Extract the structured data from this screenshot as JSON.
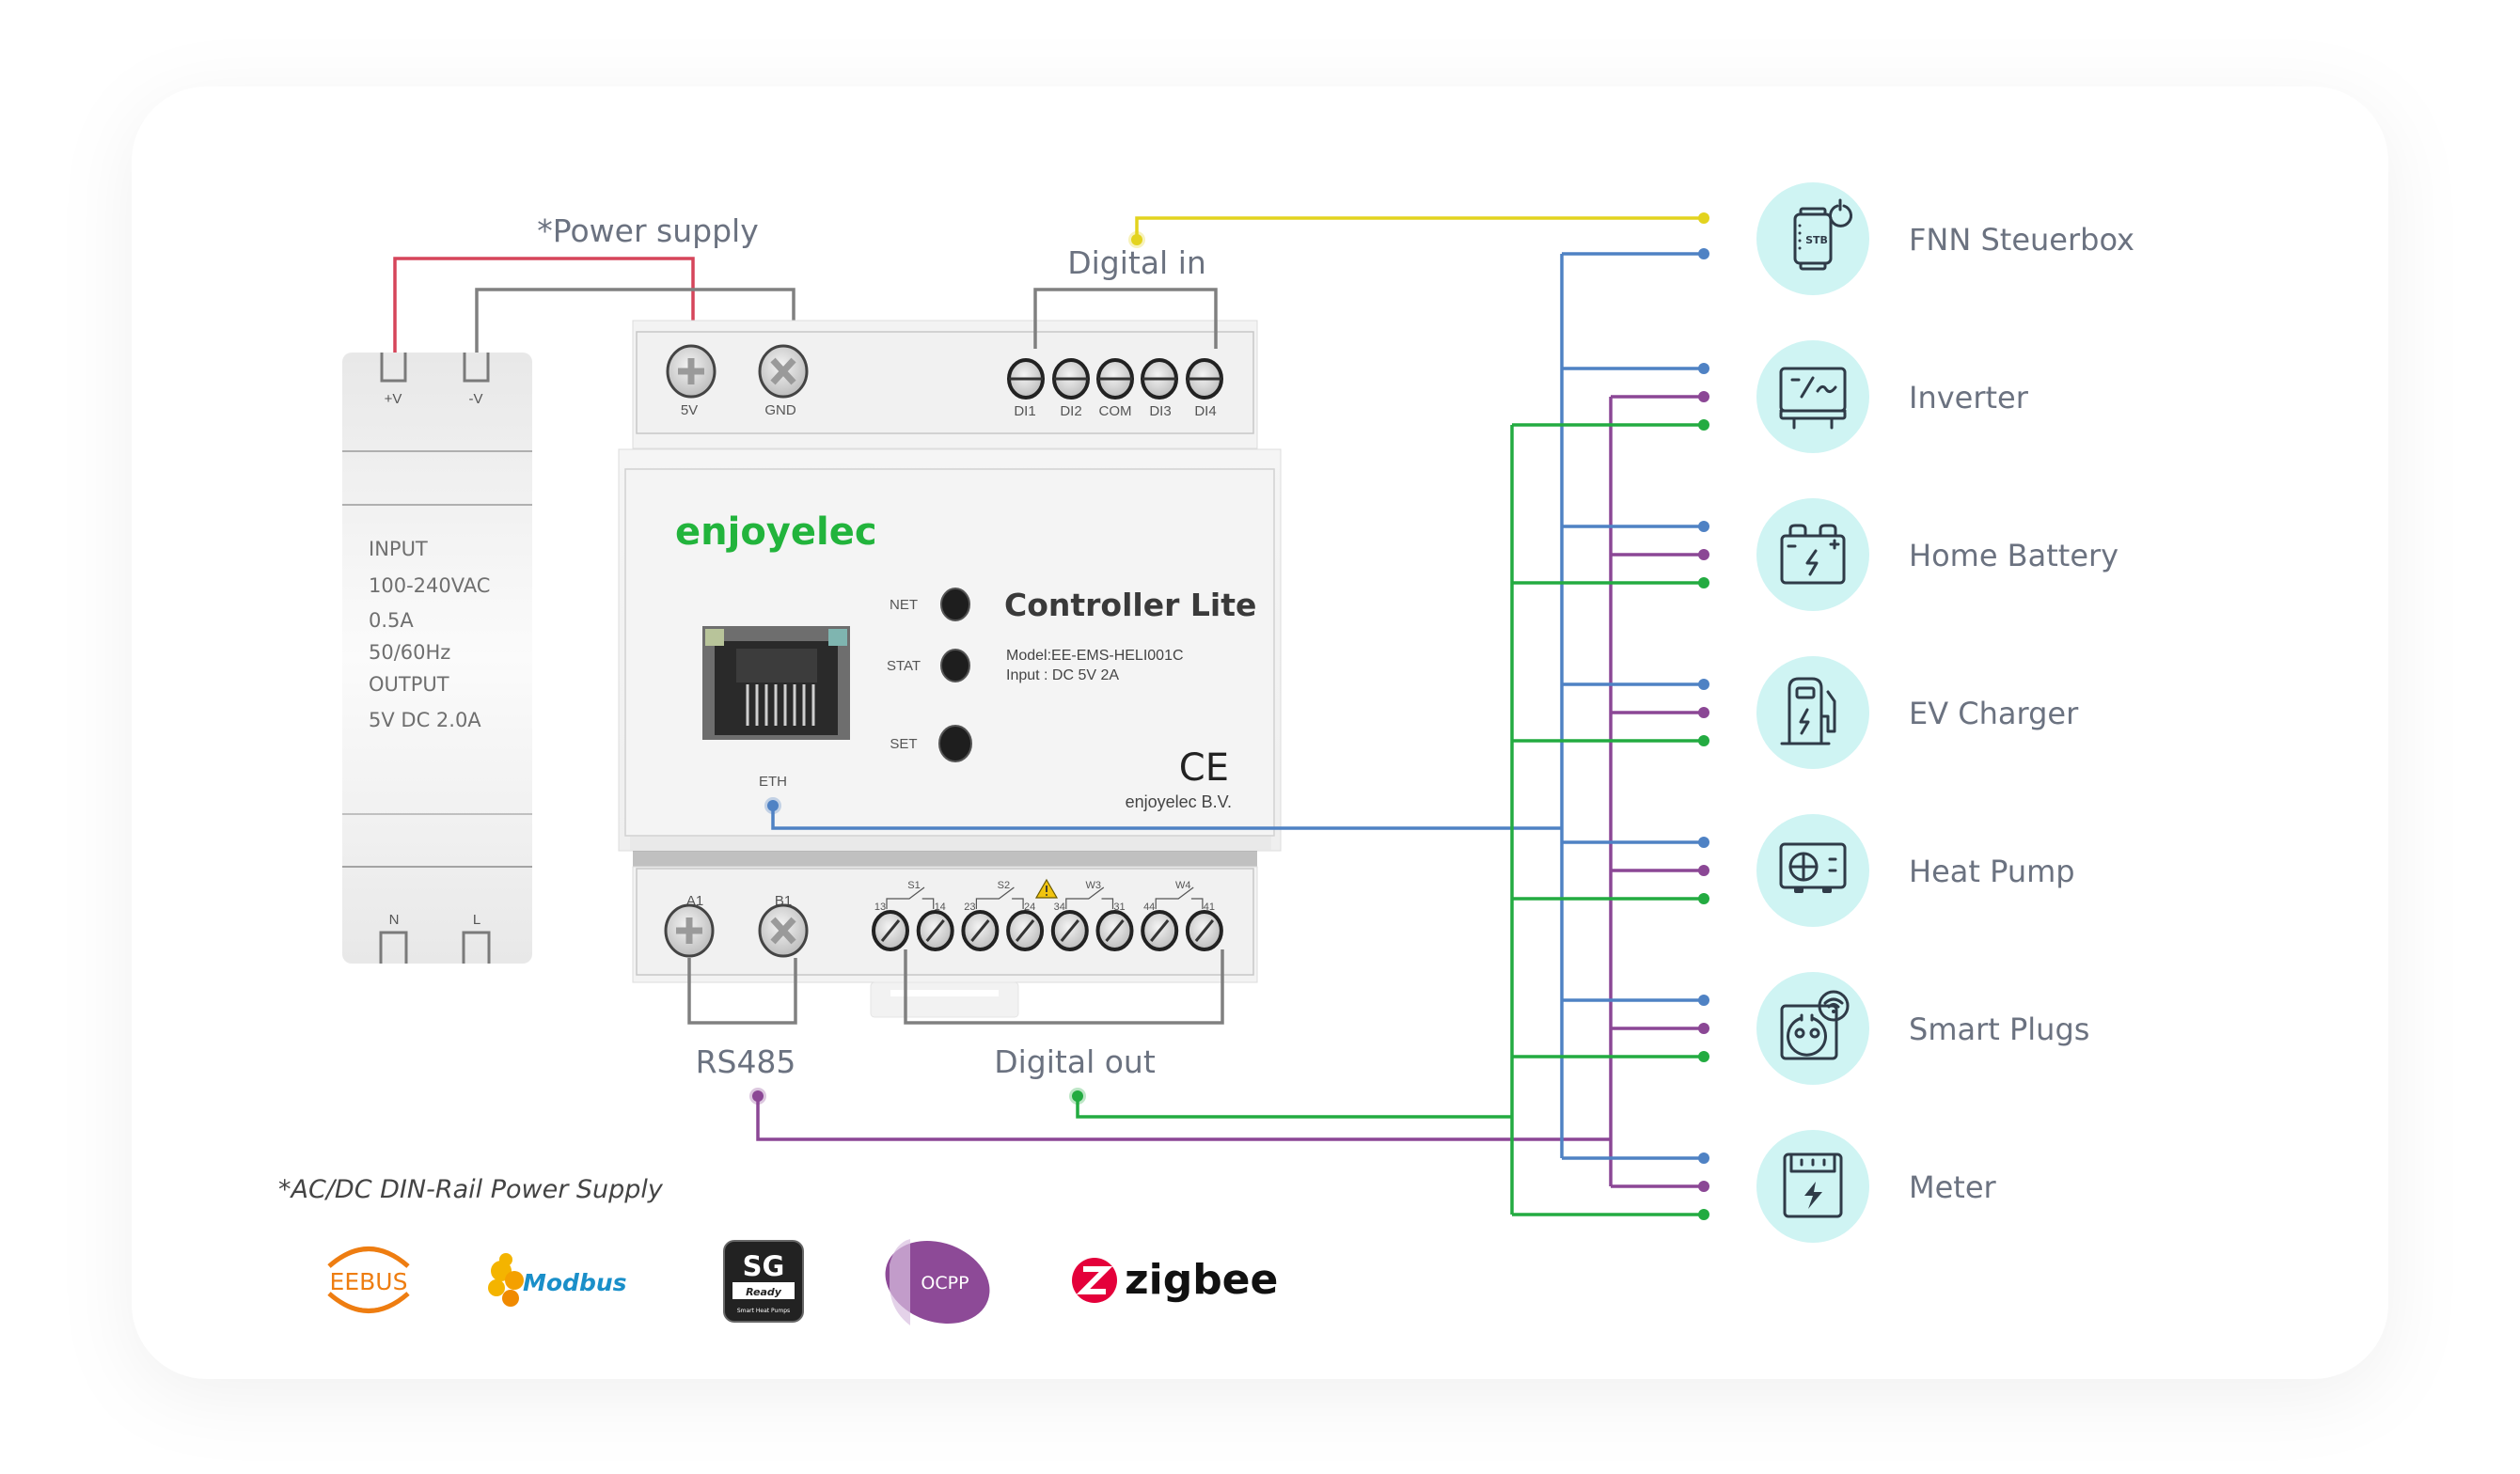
{
  "colors": {
    "card_bg": "#ffffff",
    "wire_power_pos": "#d6455a",
    "wire_gray": "#808080",
    "wire_digital_in": "#e3d31e",
    "wire_eth": "#4f82c4",
    "wire_rs485": "#8b4795",
    "wire_digital_out": "#23ab41",
    "icon_circle": "#cff4f3",
    "label_text": "#6b7280",
    "brand_green": "#22b43c"
  },
  "labels": {
    "power_supply": "*Power supply",
    "digital_in": "Digital in",
    "rs485": "RS485",
    "digital_out": "Digital out",
    "psu_note": "*AC/DC DIN-Rail Power Supply"
  },
  "psu": {
    "top_terminals": [
      "+V",
      "-V"
    ],
    "bottom_terminals": [
      "N",
      "L"
    ],
    "spec_lines": [
      "INPUT",
      "100-240VAC",
      "0.5A",
      "50/60Hz",
      "OUTPUT",
      "5V  DC  2.0A"
    ]
  },
  "controller": {
    "brand": "enjoyelec",
    "title": "Controller Lite",
    "model": "Model:EE-EMS-HELI001C",
    "input": "Input : DC 5V 2A",
    "manufacturer": "enjoyelec B.V.",
    "ce_mark": "CE",
    "eth_label": "ETH",
    "leds": [
      "NET",
      "STAT",
      "SET"
    ],
    "power_terminals": [
      "5V",
      "GND"
    ],
    "digital_in_terminals": [
      "DI1",
      "DI2",
      "COM",
      "DI3",
      "DI4"
    ],
    "rs485_terminals": [
      "A1",
      "B1"
    ],
    "relays": [
      {
        "name": "S1",
        "pins": [
          "13",
          "14"
        ]
      },
      {
        "name": "S2",
        "pins": [
          "23",
          "24"
        ]
      },
      {
        "name": "W3",
        "pins": [
          "34",
          "31"
        ]
      },
      {
        "name": "W4",
        "pins": [
          "44",
          "41"
        ]
      }
    ],
    "warning_icon": "warning-triangle"
  },
  "devices": [
    {
      "name": "FNN Steuerbox",
      "icon": "stb-box-icon",
      "wires": [
        "digital_in",
        "eth"
      ]
    },
    {
      "name": "Inverter",
      "icon": "inverter-icon",
      "wires": [
        "eth",
        "rs485",
        "digital_out"
      ]
    },
    {
      "name": "Home Battery",
      "icon": "battery-icon",
      "wires": [
        "eth",
        "rs485",
        "digital_out"
      ]
    },
    {
      "name": "EV Charger",
      "icon": "ev-charger-icon",
      "wires": [
        "eth",
        "rs485",
        "digital_out"
      ]
    },
    {
      "name": "Heat Pump",
      "icon": "heat-pump-icon",
      "wires": [
        "eth",
        "rs485",
        "digital_out"
      ]
    },
    {
      "name": "Smart Plugs",
      "icon": "smart-plug-icon",
      "wires": [
        "eth",
        "rs485",
        "digital_out"
      ]
    },
    {
      "name": "Meter",
      "icon": "meter-icon",
      "wires": [
        "eth",
        "rs485",
        "digital_out"
      ]
    }
  ],
  "protocols": [
    {
      "name": "EEBUS",
      "color": "#ee7d11"
    },
    {
      "name": "Modbus",
      "color": "#1a8fc9"
    },
    {
      "name": "SG",
      "sub": "Ready",
      "caption": "Smart Heat Pumps",
      "color": "#222222"
    },
    {
      "name": "OCPP",
      "color": "#8d4a97"
    },
    {
      "name": "zigbee",
      "color": "#e4003a"
    }
  ]
}
